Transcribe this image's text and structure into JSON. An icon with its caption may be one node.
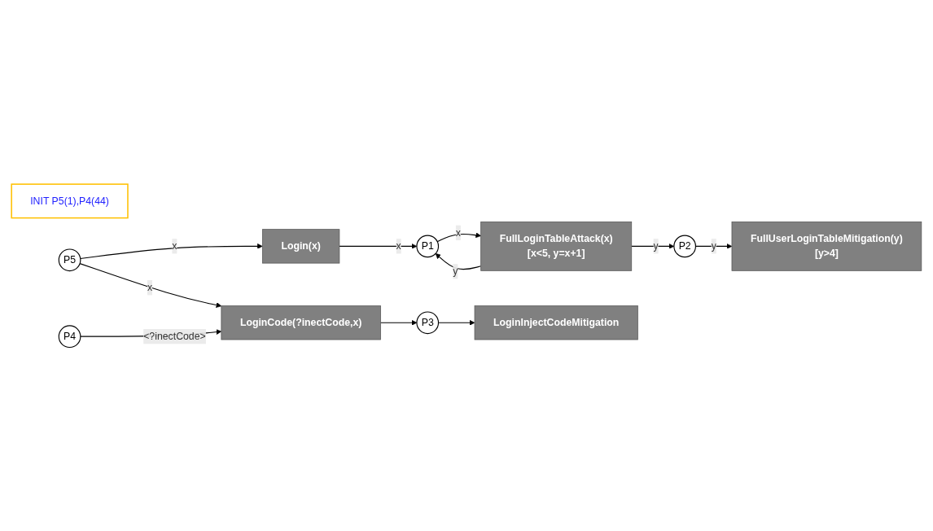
{
  "diagram": {
    "nodes": [
      {
        "text": [
          "INIT P5(1),P4(44)"
        ]
      },
      {
        "text": [
          "P5"
        ]
      },
      {
        "text": [
          "Login(x)"
        ]
      },
      {
        "text": [
          "P1"
        ]
      },
      {
        "text": [
          "FullLoginTableAttack(x)",
          "[x<5, y=x+1]"
        ]
      },
      {
        "text": [
          "P2"
        ]
      },
      {
        "text": [
          "FullUserLoginTableMitigation(y)",
          "[y>4]"
        ]
      },
      {
        "text": [
          "LoginCode(?inectCode,x)"
        ]
      },
      {
        "text": [
          "P3"
        ]
      },
      {
        "text": [
          "LoginInjectCodeMitigation"
        ]
      },
      {
        "text": [
          "P4"
        ]
      }
    ],
    "edges": [
      {
        "from": 1,
        "to": 2,
        "arrow": "to",
        "label": "x"
      },
      {
        "from": 2,
        "to": 3,
        "arrow": "to",
        "label": "x"
      },
      {
        "from": 3,
        "to": 4,
        "arrow": "to",
        "label": "x"
      },
      {
        "from": 4,
        "to": 3,
        "arrow": "to",
        "label": "y"
      },
      {
        "from": 4,
        "to": 5,
        "arrow": "to",
        "label": "y"
      },
      {
        "from": 5,
        "to": 6,
        "arrow": "to",
        "label": "y"
      },
      {
        "from": 1,
        "to": 7,
        "arrow": "to",
        "label": "x"
      },
      {
        "from": 7,
        "to": 8,
        "arrow": "to"
      },
      {
        "from": 8,
        "to": 9,
        "arrow": "to"
      },
      {
        "from": 10,
        "to": 7,
        "arrow": "to",
        "label": "<?inectCode>"
      }
    ]
  }
}
